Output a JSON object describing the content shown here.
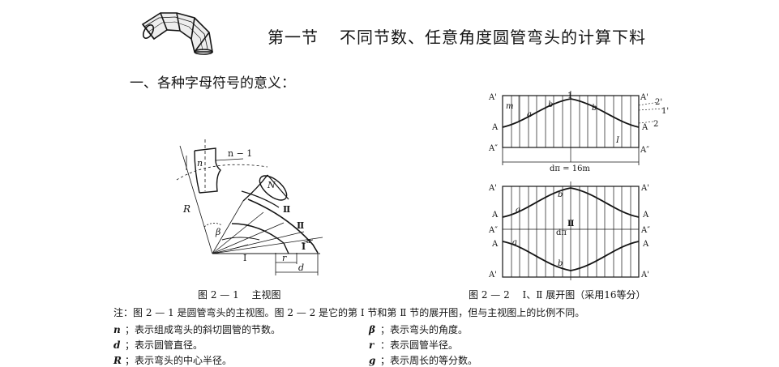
{
  "header": {
    "section_label": "第一节",
    "title": "不同节数、任意角度圆管弯头的计算下料"
  },
  "subheading": "一、各种字母符号的意义：",
  "figure1": {
    "caption": "图 2 — 1　 主视图",
    "labels": {
      "n_minus_1": "n − 1",
      "n": "n",
      "N": "N",
      "roman2": "Ⅱ",
      "roman1_upper": "Ⅱ",
      "roman1": "Ⅰ",
      "R": "R",
      "beta": "β",
      "I_small": "I",
      "r": "r",
      "d": "d",
      "a": "a"
    }
  },
  "figure2": {
    "caption": "图 2 — 2　 Ⅰ、Ⅱ 展开图（采用16等分）",
    "labels": {
      "A_prime": "A'",
      "A": "A",
      "A_dbl": "A″",
      "width": "dπ = 16m",
      "width2": "dπ",
      "I_label": "I",
      "II_label": "Ⅱ",
      "m": "m",
      "b": "b",
      "a": "a",
      "one": "1",
      "two": "2",
      "one_p": "1'",
      "two_p": "2'"
    }
  },
  "note": "注：图 2 — 1 是圆管弯头的主视图。图 2 — 2 是它的第 Ⅰ 节和第 Ⅱ 节的展开图，但与主视图上的比例不同。",
  "legend": [
    {
      "symbol": "n",
      "text": "表示组成弯头的斜切圆管的节数。"
    },
    {
      "symbol": "β",
      "text": "表示弯头的角度。"
    },
    {
      "symbol": "d",
      "text": "表示圆管直径。"
    },
    {
      "symbol": "r",
      "text": "表示圆管半径。"
    },
    {
      "symbol": "R",
      "text": "表示弯头的中心半径。"
    },
    {
      "symbol": "g",
      "text": "表示周长的等分数。"
    }
  ]
}
